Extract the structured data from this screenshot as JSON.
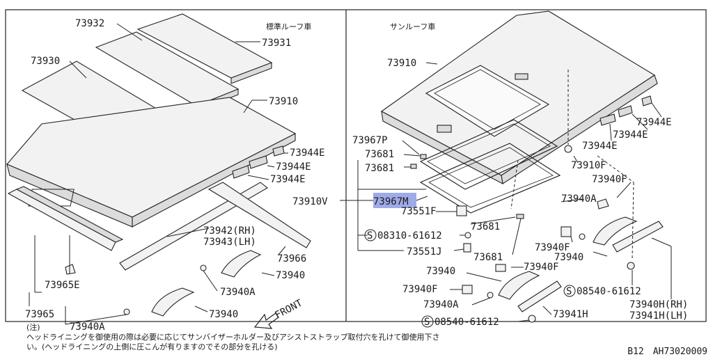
{
  "headings": {
    "standard_roof": "標準ルーフ車",
    "sunroof": "サンルーフ車"
  },
  "labels": {
    "p73932": "73932",
    "p73931": "73931",
    "p73930": "73930",
    "p73910_left": "73910",
    "p73944E_l1": "73944E",
    "p73944E_l2": "73944E",
    "p73944E_l3": "73944E",
    "p73942": "73942(RH)",
    "p73943": "73943(LH)",
    "p73966": "73966",
    "p73940_l1": "73940",
    "p73940A_l1": "73940A",
    "p73965E": "73965E",
    "p73965": "73965",
    "p73940_l2": "73940",
    "p73940A_l2": "73940A",
    "p73910_right": "73910",
    "p73967P": "73967P",
    "p73681_1": "73681",
    "p73681_2": "73681",
    "p73910V": "73910V",
    "p73967M": "73967M",
    "p73551F": "73551F",
    "bolt_08310": "08310-61612",
    "p73551J": "73551J",
    "p73681_3": "73681",
    "p73681_4": "73681",
    "p73944E_r1": "73944E",
    "p73944E_r2": "73944E",
    "p73944E_r3": "73944E",
    "p73910F": "73910F",
    "p73940F_r1": "73940F",
    "p73940A_r1": "73940A",
    "p73940F_r2": "73940F",
    "p73940_r1": "73940",
    "p73940_r2": "73940",
    "p73940F_r3": "73940F",
    "p73940F_r4": "73940F",
    "bolt_08540_a": "08540-61612",
    "p73940H": "73940H(RH)",
    "p73941H": "73941H(LH)",
    "p73940A_r2": "73940A",
    "bolt_08540_b": "08540-61612",
    "p73941H_b": "73941H",
    "front": "FRONT",
    "s_mark": "S"
  },
  "highlight": {
    "part": "73967M",
    "color": "#7f8fe0"
  },
  "note": {
    "line1": "(注)",
    "line2": "ヘッドライニングを御使用の際は必要に応じてサンバイザーホルダー及びアシストストラップ取付穴を孔けて御使用下さ",
    "line3": "い。(ヘッドライニングの上側に圧こんが有りますのでその部分を孔ける)"
  },
  "code": "B12　AH73020009"
}
